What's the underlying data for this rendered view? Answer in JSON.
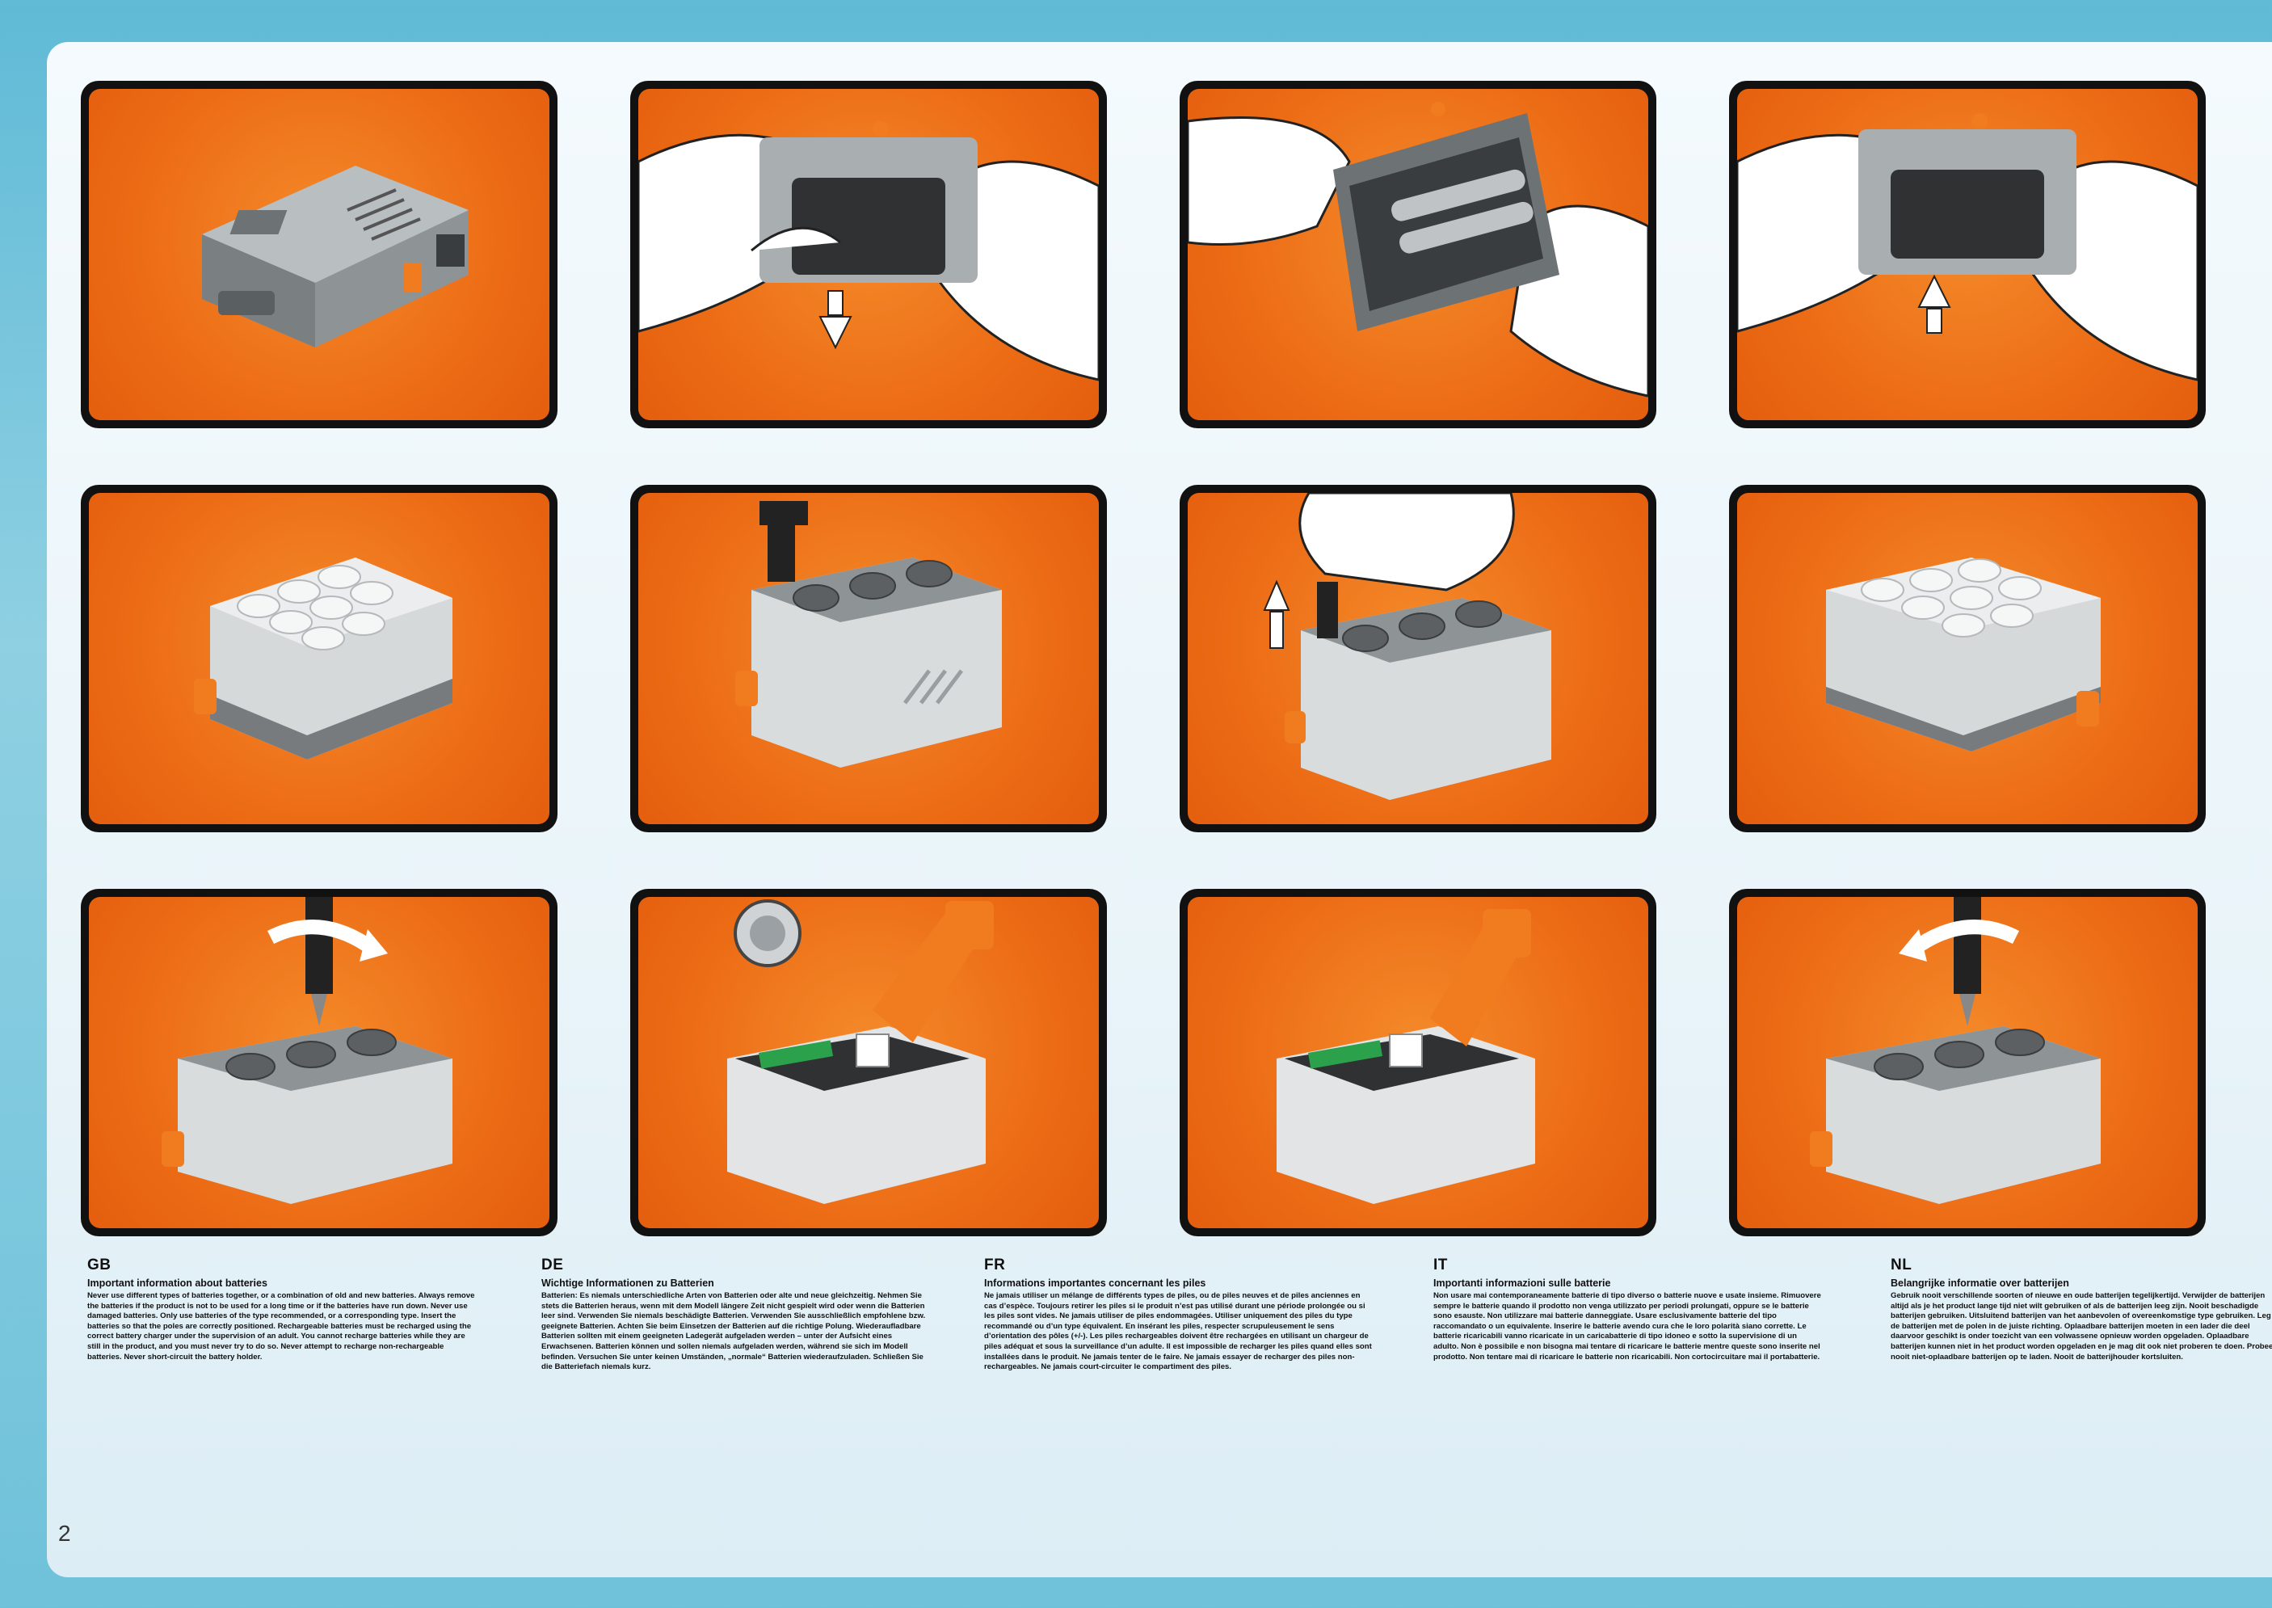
{
  "page_number": "2",
  "panels": [
    {
      "icon": "power-functions-battery-box-icon"
    },
    {
      "icon": "open-battery-cover-icon"
    },
    {
      "icon": "insert-aaa-batteries-icon"
    },
    {
      "icon": "close-battery-cover-icon"
    },
    {
      "icon": "battery-brick-icon"
    },
    {
      "icon": "open-brick-lid-icon"
    },
    {
      "icon": "lift-lid-icon"
    },
    {
      "icon": "battery-brick-closed-icon"
    },
    {
      "icon": "unscrew-icon"
    },
    {
      "icon": "insert-coin-cell-icon"
    },
    {
      "icon": "close-clamp-icon"
    },
    {
      "icon": "screw-tighten-icon"
    }
  ],
  "columns": [
    {
      "lang": "GB",
      "heading": "Important information about batteries",
      "body": "Never use different types of batteries together, or a combination of old and new batteries. Always remove the batteries if the product is not to be used for a long time or if the batteries have run down. Never use damaged batteries. Only use batteries of the type recommended, or a corresponding type. Insert the batteries so that the poles are correctly positioned. Rechargeable batteries must be recharged using the correct battery charger under the supervision of an adult. You cannot recharge batteries while they are still in the product, and you must never try to do so. Never attempt to recharge non-rechargeable batteries. Never short-circuit the battery holder."
    },
    {
      "lang": "DE",
      "heading": "Wichtige Informationen zu Batterien",
      "body": "Batterien: Es niemals unterschiedliche Arten von Batterien oder alte und neue gleichzeitig. Nehmen Sie stets die Batterien heraus, wenn mit dem Modell längere Zeit nicht gespielt wird oder wenn die Batterien leer sind. Verwenden Sie niemals beschädigte Batterien. Verwenden Sie ausschließlich empfohlene bzw. geeignete Batterien. Achten Sie beim Einsetzen der Batterien auf die richtige Polung. Wiederaufladbare Batterien sollten mit einem geeigneten Ladegerät aufgeladen werden – unter der Aufsicht eines Erwachsenen. Batterien können und sollen niemals aufgeladen werden, während sie sich im Modell befinden. Versuchen Sie unter keinen Umständen, „normale“ Batterien wiederaufzuladen. Schließen Sie die Batteriefach niemals kurz."
    },
    {
      "lang": "FR",
      "heading": "Informations importantes concernant les piles",
      "body": "Ne jamais utiliser un mélange de différents types de piles, ou de piles neuves et de piles anciennes en cas d’espèce. Toujours retirer les piles si le produit n’est pas utilisé durant une période prolongée ou si les piles sont vides. Ne jamais utiliser de piles endommagées. Utiliser uniquement des piles du type recommandé ou d’un type équivalent. En insérant les piles, respecter scrupuleusement le sens d’orientation des pôles (+/-). Les piles rechargeables doivent être rechargées en utilisant un chargeur de piles adéquat et sous la surveillance d’un adulte. Il est impossible de recharger les piles quand elles sont installées dans le produit. Ne jamais tenter de le faire. Ne jamais essayer de recharger des piles non-rechargeables. Ne jamais court-circuiter le compartiment des piles."
    },
    {
      "lang": "IT",
      "heading": "Importanti informazioni sulle batterie",
      "body": "Non usare mai contemporaneamente batterie di tipo diverso o batterie nuove e usate insieme. Rimuovere sempre le batterie quando il prodotto non venga utilizzato per periodi prolungati, oppure se le batterie sono esauste. Non utilizzare mai batterie danneggiate. Usare esclusivamente batterie del tipo raccomandato o un equivalente. Inserire le batterie avendo cura che le loro polarità siano corrette. Le batterie ricaricabili vanno ricaricate in un caricabatterie di tipo idoneo e sotto la supervisione di un adulto. Non è possibile e non bisogna mai tentare di ricaricare le batterie mentre queste sono inserite nel prodotto. Non tentare mai di ricaricare le batterie non ricaricabili. Non cortocircuitare mai il portabatterie."
    },
    {
      "lang": "NL",
      "heading": "Belangrijke informatie over batterijen",
      "body": "Gebruik nooit verschillende soorten of nieuwe en oude batterijen tegelijkertijd. Verwijder de batterijen altijd als je het product lange tijd niet wilt gebruiken of als de batterijen leeg zijn. Nooit beschadigde batterijen gebruiken. Uitsluitend batterijen van het aanbevolen of overeenkomstige type gebruiken. Leg de batterijen met de polen in de juiste richting. Oplaadbare batterijen moeten in een lader die deel daarvoor geschikt is onder toezicht van een volwassene opnieuw worden opgeladen. Oplaadbare batterijen kunnen niet in het product worden opgeladen en je mag dit ook niet proberen te doen. Probeer nooit niet-oplaadbare batterijen op te laden. Nooit de batterijhouder kortsluiten."
    }
  ]
}
